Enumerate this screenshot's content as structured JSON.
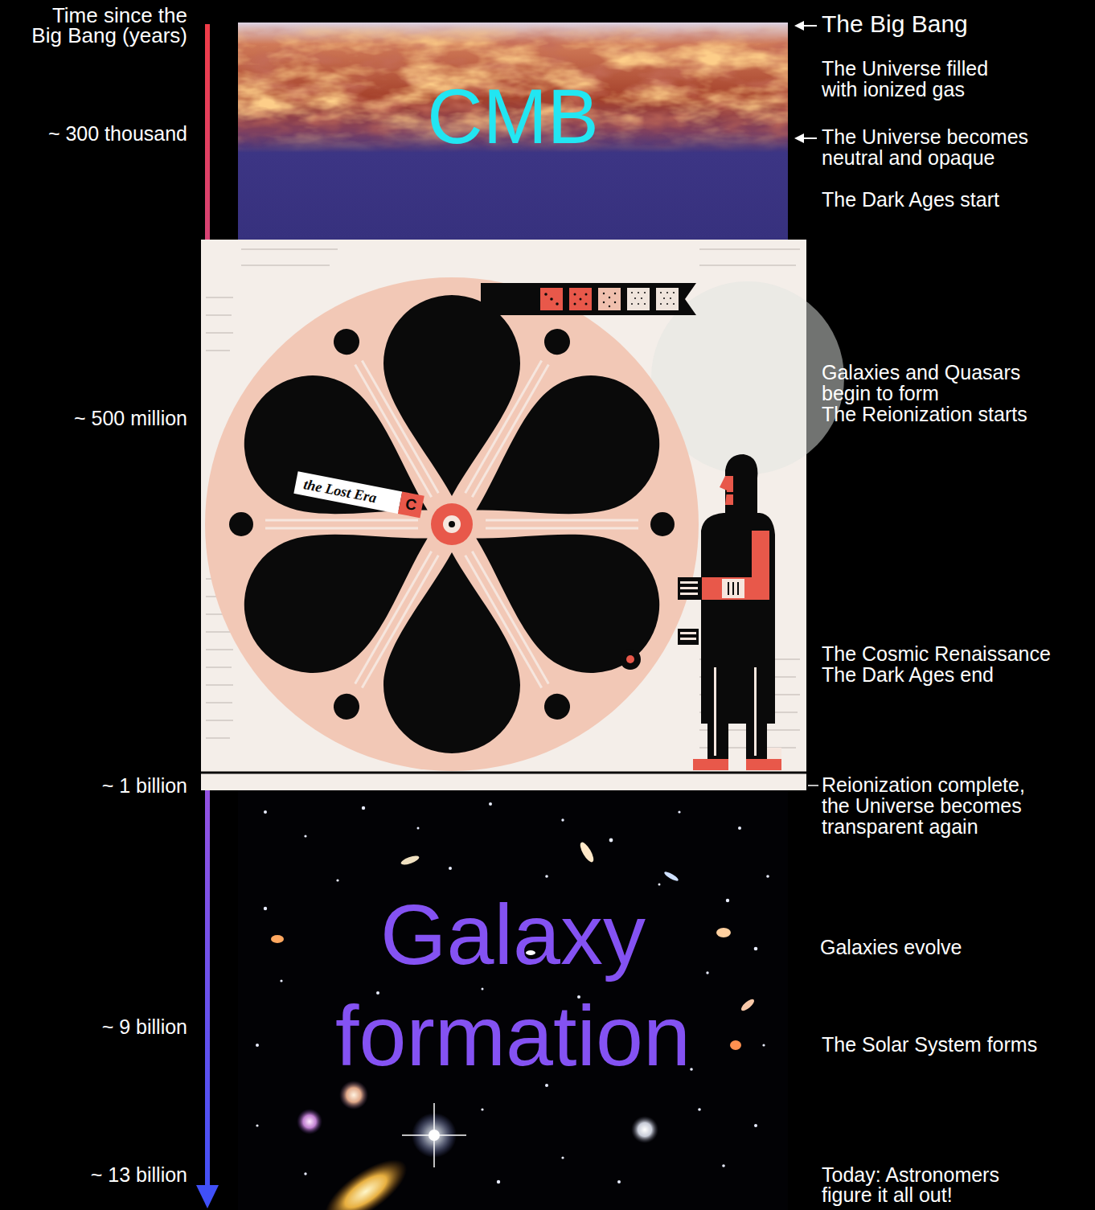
{
  "diagram": {
    "nodes": [
      {
        "text": [
          "CMB"
        ]
      },
      {
        "text": [
          "Galaxy formation"
        ]
      }
    ],
    "labels": [
      "Time since the Big Bang (years)",
      "The Big Bang",
      "The Universe filled with ionized gas",
      "~ 300 thousand",
      "The Universe becomes neutral and opaque",
      "The Dark Ages start",
      "the Lost Era",
      "C",
      "Galaxies and Quasars begin to form",
      "The Reionization starts",
      "~ 500 million",
      "The Cosmic Renaissance",
      "The Dark Ages end",
      "~ 1 billion",
      "Reionization complete, the Universe becomes transparent again",
      "Galaxies evolve",
      "~ 9 billion",
      "The Solar System forms",
      "~ 13 billion",
      "Today: Astronomers figure it all out!"
    ]
  }
}
